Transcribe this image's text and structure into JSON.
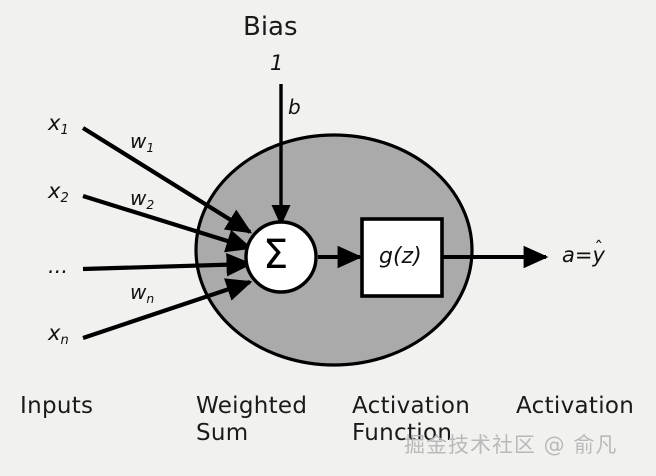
{
  "figure": {
    "title": "Artificial neuron (perceptron) schematic",
    "background_color": "#f1f1ef",
    "body_color": "#aaaaaa",
    "stroke_color": "#000000",
    "node_fill": "#ffffff"
  },
  "bias": {
    "title": "Bias",
    "input_value": "1",
    "weight_label": "b"
  },
  "inputs": {
    "section_label": "Inputs",
    "items": [
      {
        "label": "x",
        "sub": "1",
        "weight": "w",
        "weight_sub": "1"
      },
      {
        "label": "x",
        "sub": "2",
        "weight": "w",
        "weight_sub": "2"
      },
      {
        "label": "...",
        "sub": "",
        "weight": "",
        "weight_sub": ""
      },
      {
        "label": "x",
        "sub": "n",
        "weight": "w",
        "weight_sub": "n"
      }
    ]
  },
  "summation": {
    "glyph": "Σ",
    "icon_name": "sigma-icon",
    "section_label_line1": "Weighted",
    "section_label_line2": "Sum"
  },
  "activation": {
    "box_label": "g(z)",
    "section_label_line1": "Activation",
    "section_label_line2": "Function"
  },
  "output": {
    "label_a": "a=",
    "label_y": "y",
    "hat": "ˆ",
    "section_label_line1": "Activation",
    "section_label_line2": ""
  },
  "watermark": {
    "text": "掘金技术社区 @ 俞凡"
  }
}
